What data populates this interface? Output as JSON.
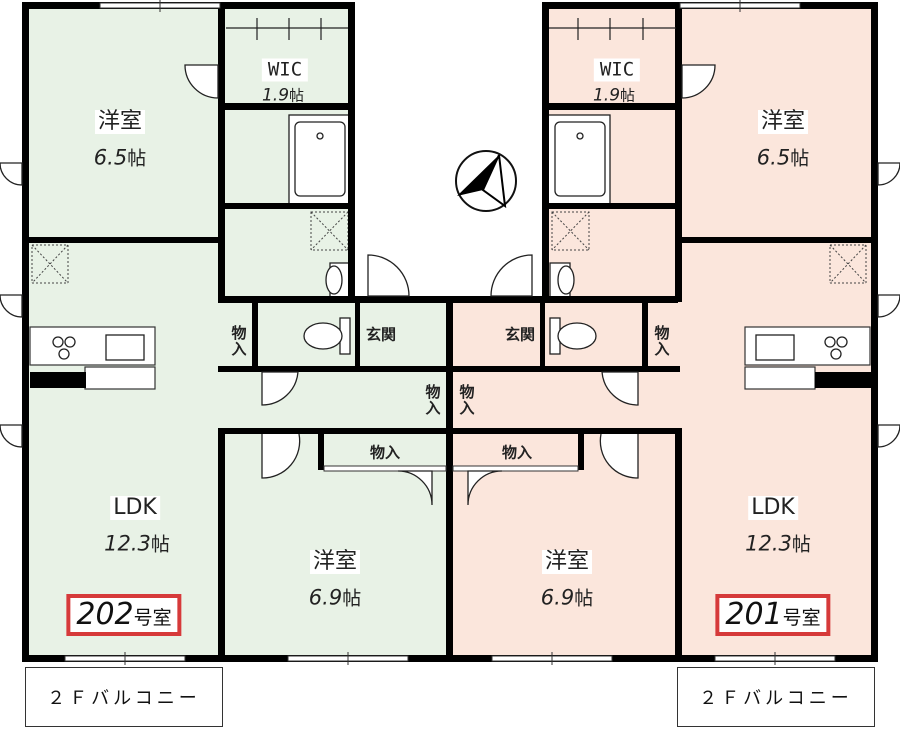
{
  "colors": {
    "unit_202_fill": "#e8f2e6",
    "unit_201_fill": "#fbe6dc",
    "wall": "#000000",
    "unit_label_border": "#d63a3a"
  },
  "compass": {
    "icon": "north-arrow-icon"
  },
  "units": [
    {
      "id": "202",
      "label_number": "202",
      "label_suffix": "号室",
      "balcony": "２Ｆバルコニー",
      "rooms": {
        "western_1": {
          "name": "洋室",
          "size": "6.5",
          "unit": "帖"
        },
        "wic": {
          "name": "WIC",
          "size": "1.9",
          "unit": "帖"
        },
        "ldk": {
          "name": "LDK",
          "size": "12.3",
          "unit": "帖"
        },
        "western_2": {
          "name": "洋室",
          "size": "6.9",
          "unit": "帖"
        },
        "entrance": {
          "name": "玄関"
        },
        "storage_small": {
          "name": "物入"
        },
        "storage_hall": {
          "name": "物入"
        },
        "storage_long": {
          "name": "物入"
        }
      }
    },
    {
      "id": "201",
      "label_number": "201",
      "label_suffix": "号室",
      "balcony": "２Ｆバルコニー",
      "rooms": {
        "western_1": {
          "name": "洋室",
          "size": "6.5",
          "unit": "帖"
        },
        "wic": {
          "name": "WIC",
          "size": "1.9",
          "unit": "帖"
        },
        "ldk": {
          "name": "LDK",
          "size": "12.3",
          "unit": "帖"
        },
        "western_2": {
          "name": "洋室",
          "size": "6.9",
          "unit": "帖"
        },
        "entrance": {
          "name": "玄関"
        },
        "storage_small": {
          "name": "物入"
        },
        "storage_hall": {
          "name": "物入"
        },
        "storage_long": {
          "name": "物入"
        }
      }
    }
  ]
}
